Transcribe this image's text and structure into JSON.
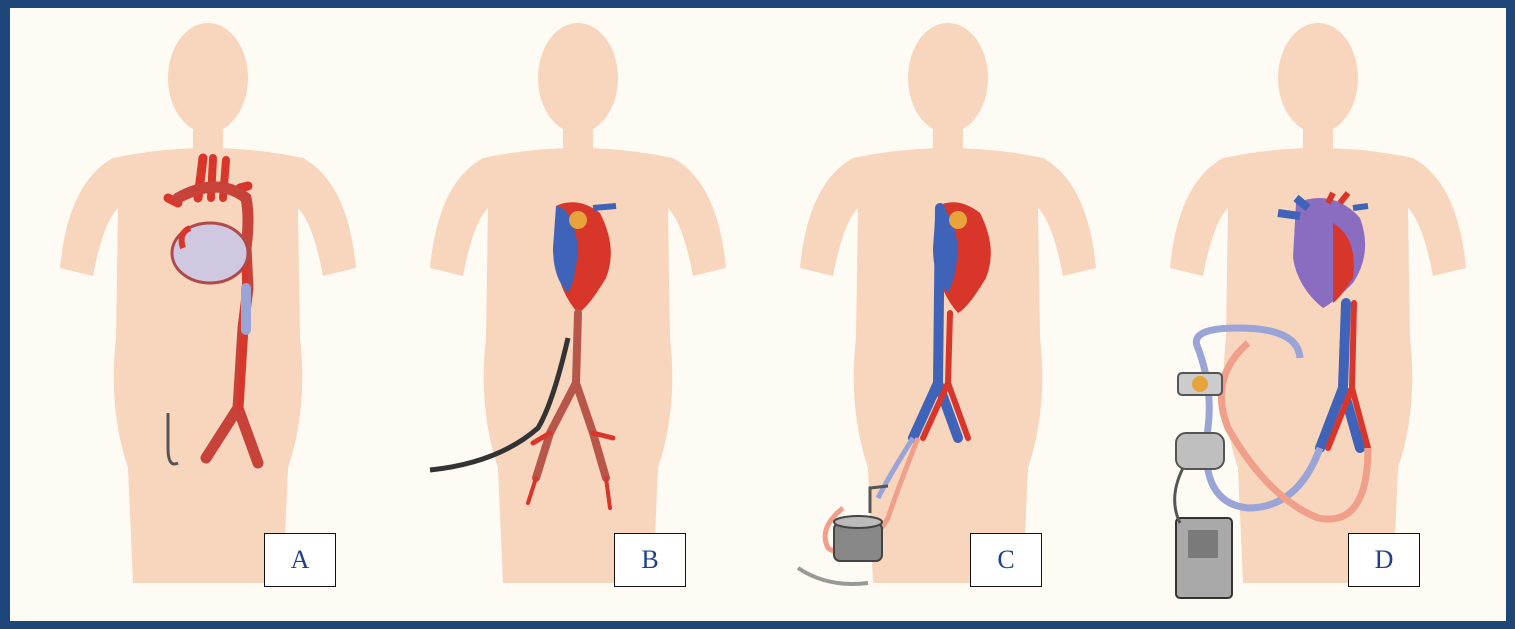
{
  "panels": [
    {
      "id": "A",
      "label": "A"
    },
    {
      "id": "B",
      "label": "B"
    },
    {
      "id": "C",
      "label": "C"
    },
    {
      "id": "D",
      "label": "D"
    }
  ],
  "colors": {
    "frame_border": "#1e4678",
    "background": "#fdfbf3",
    "skin": "#f8d5bd",
    "artery": "#d9362b",
    "vein": "#3f63b8",
    "label_text": "#1f3f8f"
  }
}
